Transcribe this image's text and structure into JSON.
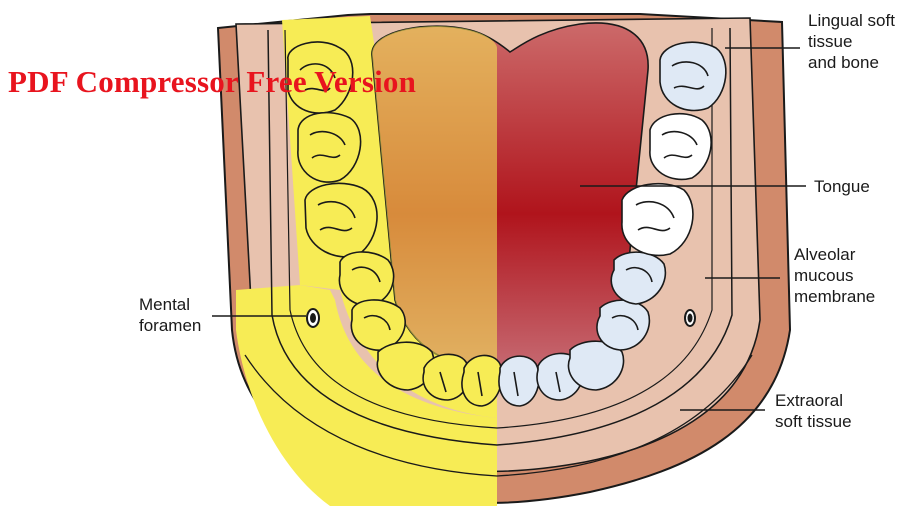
{
  "watermark": "PDF Compressor Free Version",
  "labels": {
    "lingual": "Lingual soft\ntissue\nand bone",
    "tongue": "Tongue",
    "alveolar": "Alveolar\nmucous\nmembrane",
    "mental": "Mental\nforamen",
    "extraoral": "Extraoral\nsoft tissue"
  },
  "colors": {
    "highlight_yellow": "#f7ec55",
    "tongue_red": "#b0141c",
    "extraoral_tissue": "#d18a6b",
    "alveolar_membrane": "#e8c2ae",
    "teeth_white": "#ffffff",
    "teeth_blue_tint": "#dfe9f5",
    "outline": "#1a1a1a"
  }
}
